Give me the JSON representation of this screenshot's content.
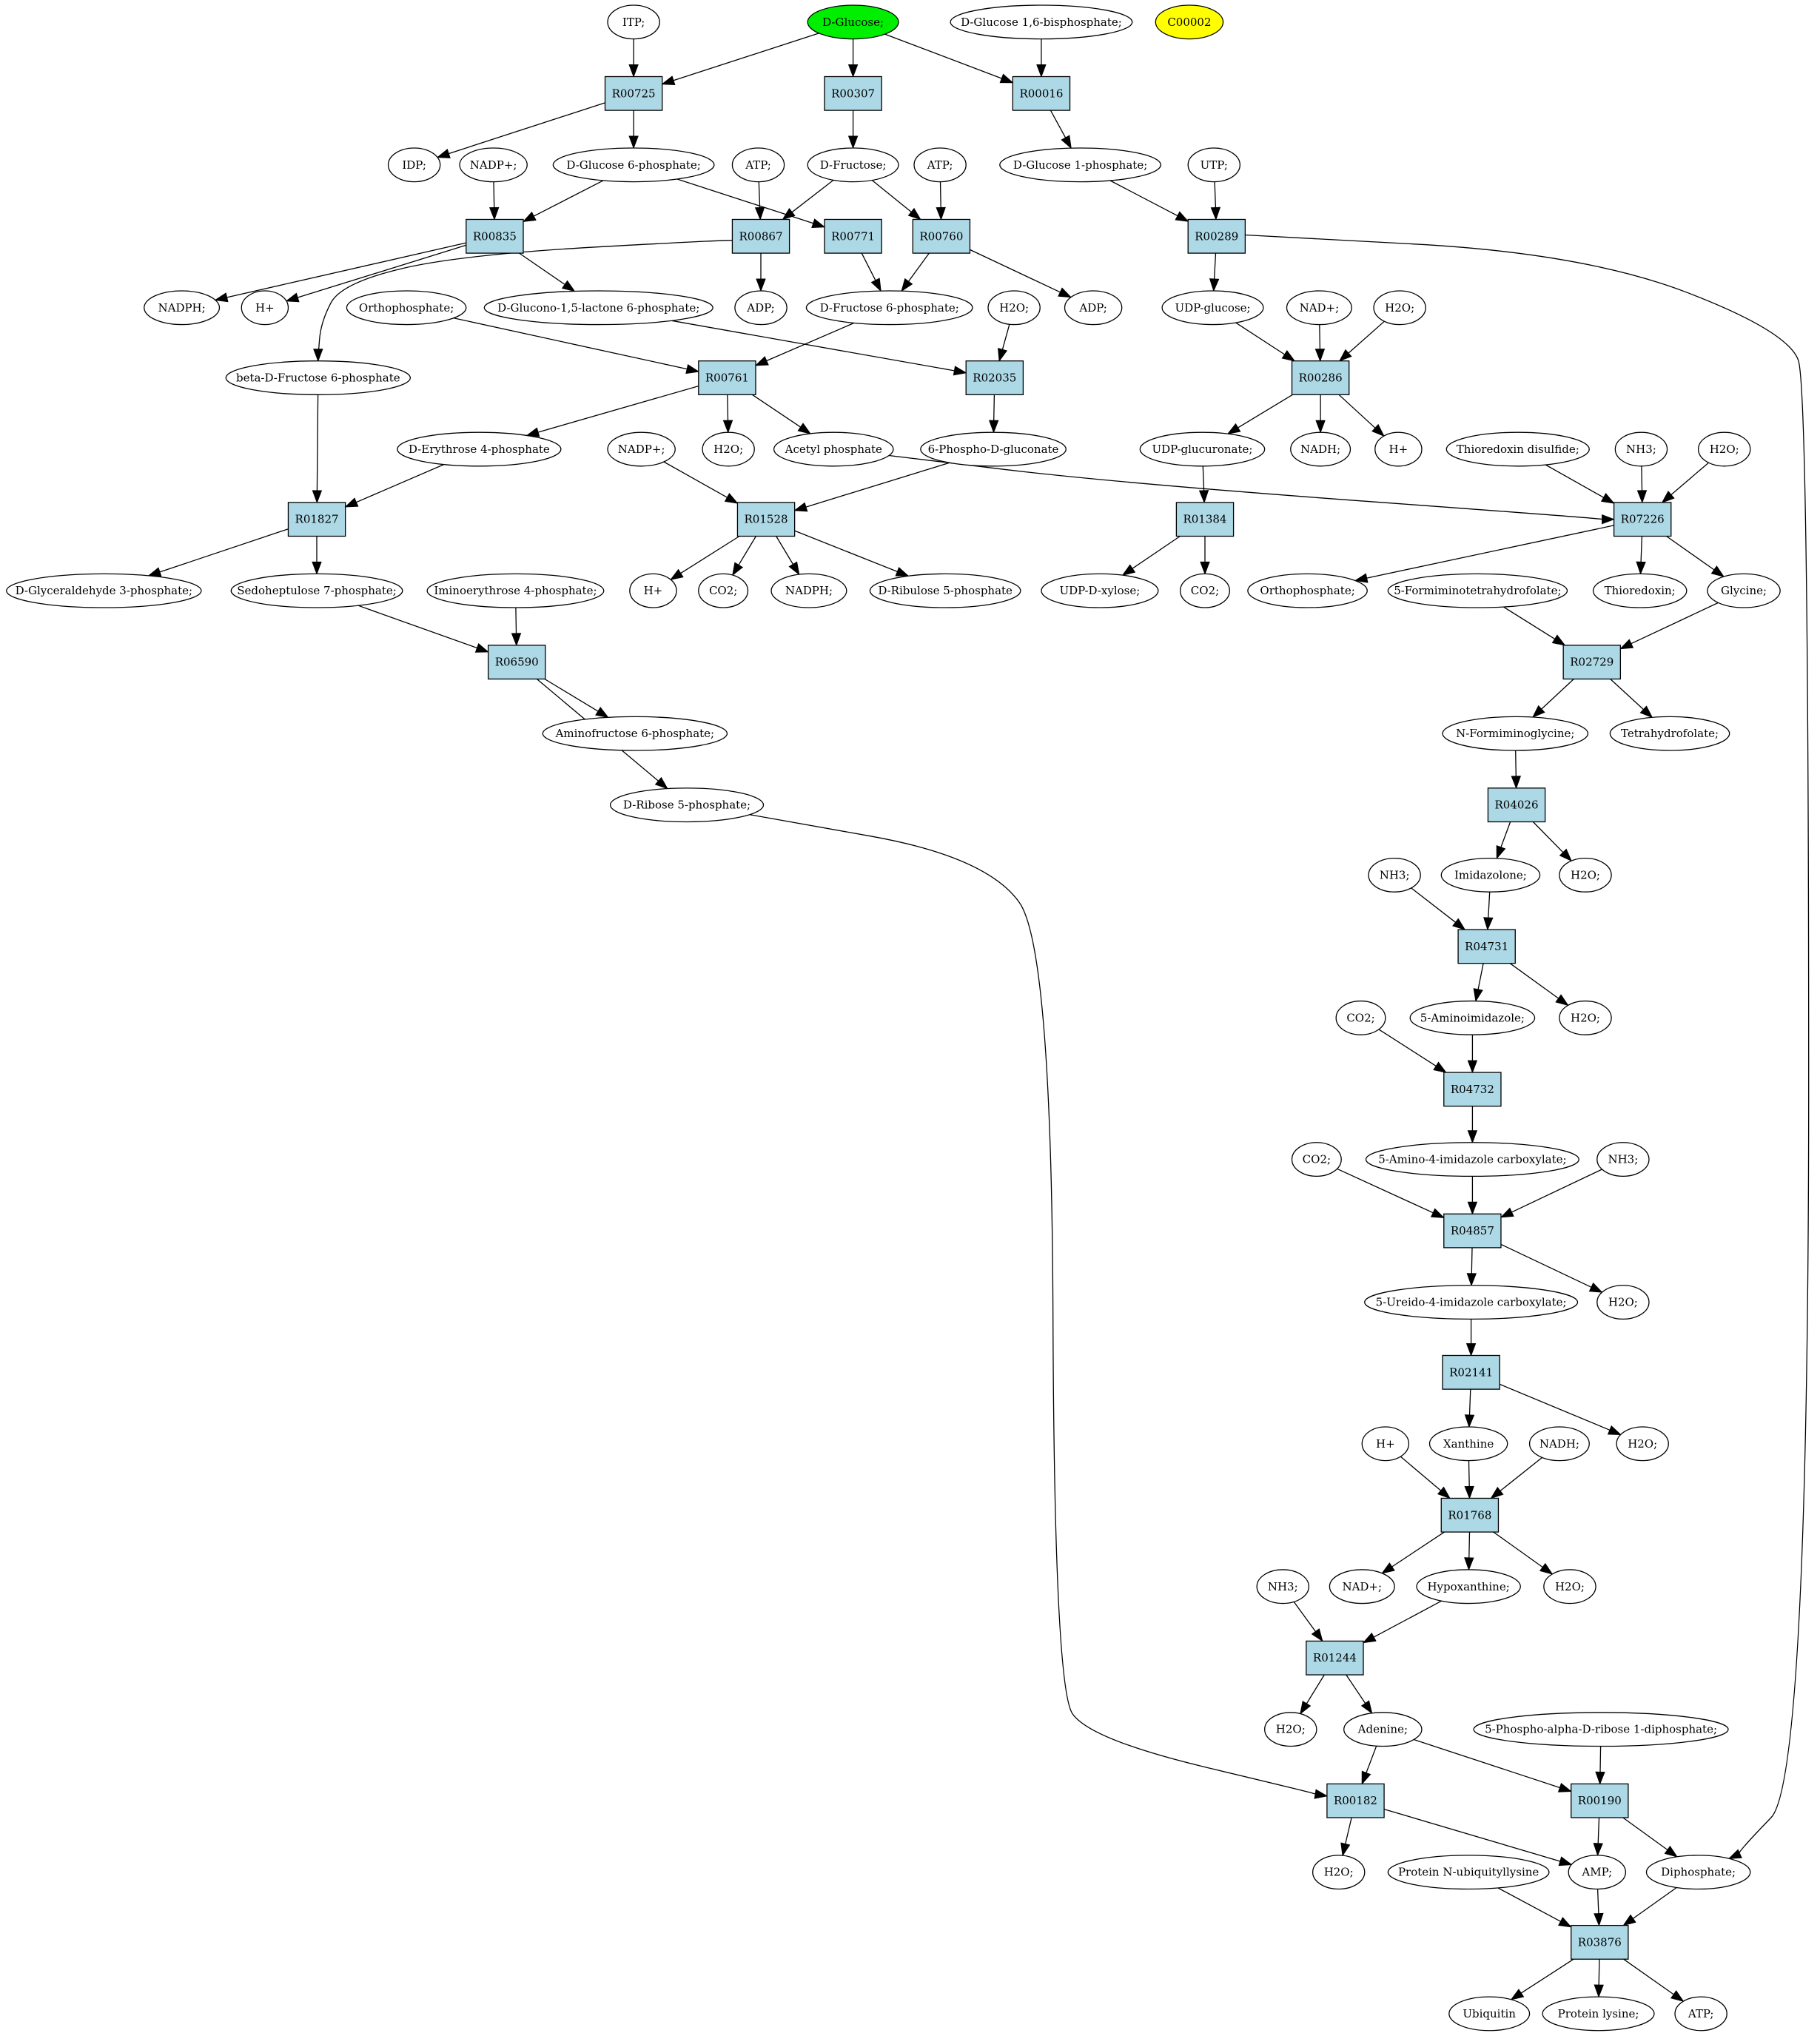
{
  "colors": {
    "reaction_fill": "#add8e6",
    "compound_fill": "#ffffff",
    "start_compound_fill": "#00ee00",
    "target_compound_fill": "#ffff00",
    "stroke": "#000000"
  },
  "nodes": {
    "itp": {
      "label": "ITP;",
      "kind": "compound"
    },
    "d_glucose": {
      "label": "D-Glucose;",
      "kind": "start"
    },
    "d_glucose_16bp": {
      "label": "D-Glucose 1,6-bisphosphate;",
      "kind": "compound"
    },
    "c00002": {
      "label": "C00002",
      "kind": "target"
    },
    "R00725": {
      "label": "R00725",
      "kind": "reaction"
    },
    "R00307": {
      "label": "R00307",
      "kind": "reaction"
    },
    "R00016": {
      "label": "R00016",
      "kind": "reaction"
    },
    "idp": {
      "label": "IDP;",
      "kind": "compound"
    },
    "nadp_1": {
      "label": "NADP+;",
      "kind": "compound"
    },
    "g6p": {
      "label": "D-Glucose 6-phosphate;",
      "kind": "compound"
    },
    "atp_1": {
      "label": "ATP;",
      "kind": "compound"
    },
    "d_fructose": {
      "label": "D-Fructose;",
      "kind": "compound"
    },
    "atp_2": {
      "label": "ATP;",
      "kind": "compound"
    },
    "g1p": {
      "label": "D-Glucose 1-phosphate;",
      "kind": "compound"
    },
    "utp": {
      "label": "UTP;",
      "kind": "compound"
    },
    "R00835": {
      "label": "R00835",
      "kind": "reaction"
    },
    "R00867": {
      "label": "R00867",
      "kind": "reaction"
    },
    "R00771": {
      "label": "R00771",
      "kind": "reaction"
    },
    "R00760": {
      "label": "R00760",
      "kind": "reaction"
    },
    "R00289": {
      "label": "R00289",
      "kind": "reaction"
    },
    "nadph_1": {
      "label": "NADPH;",
      "kind": "compound"
    },
    "hplus_1": {
      "label": "H+",
      "kind": "compound"
    },
    "orthophosphate_1": {
      "label": "Orthophosphate;",
      "kind": "compound"
    },
    "glucono_lactone": {
      "label": "D-Glucono-1,5-lactone 6-phosphate;",
      "kind": "compound"
    },
    "adp_1": {
      "label": "ADP;",
      "kind": "compound"
    },
    "f6p": {
      "label": "D-Fructose 6-phosphate;",
      "kind": "compound"
    },
    "h2o_1": {
      "label": "H2O;",
      "kind": "compound"
    },
    "adp_2": {
      "label": "ADP;",
      "kind": "compound"
    },
    "udp_glucose": {
      "label": "UDP-glucose;",
      "kind": "compound"
    },
    "nad_1": {
      "label": "NAD+;",
      "kind": "compound"
    },
    "h2o_2": {
      "label": "H2O;",
      "kind": "compound"
    },
    "beta_f6p": {
      "label": "beta-D-Fructose 6-phosphate",
      "kind": "compound"
    },
    "R00761": {
      "label": "R00761",
      "kind": "reaction"
    },
    "R02035": {
      "label": "R02035",
      "kind": "reaction"
    },
    "R00286": {
      "label": "R00286",
      "kind": "reaction"
    },
    "erythrose4p": {
      "label": "D-Erythrose 4-phosphate",
      "kind": "compound"
    },
    "nadp_2": {
      "label": "NADP+;",
      "kind": "compound"
    },
    "h2o_3": {
      "label": "H2O;",
      "kind": "compound"
    },
    "acetyl_phosphate": {
      "label": "Acetyl phosphate",
      "kind": "compound"
    },
    "phosphogluconate": {
      "label": "6-Phospho-D-gluconate",
      "kind": "compound"
    },
    "udp_glucuronate": {
      "label": "UDP-glucuronate;",
      "kind": "compound"
    },
    "nadh_1": {
      "label": "NADH;",
      "kind": "compound"
    },
    "hplus_2": {
      "label": "H+",
      "kind": "compound"
    },
    "thioredoxin_disulfide": {
      "label": "Thioredoxin disulfide;",
      "kind": "compound"
    },
    "nh3_1": {
      "label": "NH3;",
      "kind": "compound"
    },
    "h2o_4": {
      "label": "H2O;",
      "kind": "compound"
    },
    "R01827": {
      "label": "R01827",
      "kind": "reaction"
    },
    "R01528": {
      "label": "R01528",
      "kind": "reaction"
    },
    "R01384": {
      "label": "R01384",
      "kind": "reaction"
    },
    "R07226": {
      "label": "R07226",
      "kind": "reaction"
    },
    "glyceraldehyde3p": {
      "label": "D-Glyceraldehyde 3-phosphate;",
      "kind": "compound"
    },
    "sedoheptulose7p": {
      "label": "Sedoheptulose 7-phosphate;",
      "kind": "compound"
    },
    "iminoerythrose4p": {
      "label": "Iminoerythrose 4-phosphate;",
      "kind": "compound"
    },
    "hplus_3": {
      "label": "H+",
      "kind": "compound"
    },
    "co2_1": {
      "label": "CO2;",
      "kind": "compound"
    },
    "nadph_2": {
      "label": "NADPH;",
      "kind": "compound"
    },
    "ribulose5p": {
      "label": "D-Ribulose 5-phosphate",
      "kind": "compound"
    },
    "udp_xylose": {
      "label": "UDP-D-xylose;",
      "kind": "compound"
    },
    "co2_2": {
      "label": "CO2;",
      "kind": "compound"
    },
    "orthophosphate_2": {
      "label": "Orthophosphate;",
      "kind": "compound"
    },
    "formiminothf": {
      "label": "5-Formiminotetrahydrofolate;",
      "kind": "compound"
    },
    "thioredoxin": {
      "label": "Thioredoxin;",
      "kind": "compound"
    },
    "glycine": {
      "label": "Glycine;",
      "kind": "compound"
    },
    "R06590": {
      "label": "R06590",
      "kind": "reaction"
    },
    "R02729": {
      "label": "R02729",
      "kind": "reaction"
    },
    "aminofructose6p": {
      "label": "Aminofructose 6-phosphate;",
      "kind": "compound"
    },
    "n_formiminoglycine": {
      "label": "N-Formiminoglycine;",
      "kind": "compound"
    },
    "tetrahydrofolate": {
      "label": "Tetrahydrofolate;",
      "kind": "compound"
    },
    "ribose5p": {
      "label": "D-Ribose 5-phosphate;",
      "kind": "compound"
    },
    "R04026": {
      "label": "R04026",
      "kind": "reaction"
    },
    "nh3_2": {
      "label": "NH3;",
      "kind": "compound"
    },
    "imidazolone": {
      "label": "Imidazolone;",
      "kind": "compound"
    },
    "h2o_5": {
      "label": "H2O;",
      "kind": "compound"
    },
    "R04731": {
      "label": "R04731",
      "kind": "reaction"
    },
    "co2_3": {
      "label": "CO2;",
      "kind": "compound"
    },
    "aminoimidazole": {
      "label": "5-Aminoimidazole;",
      "kind": "compound"
    },
    "h2o_6": {
      "label": "H2O;",
      "kind": "compound"
    },
    "R04732": {
      "label": "R04732",
      "kind": "reaction"
    },
    "co2_4": {
      "label": "CO2;",
      "kind": "compound"
    },
    "amino_imidazole_carboxylate": {
      "label": "5-Amino-4-imidazole carboxylate;",
      "kind": "compound"
    },
    "nh3_3": {
      "label": "NH3;",
      "kind": "compound"
    },
    "R04857": {
      "label": "R04857",
      "kind": "reaction"
    },
    "ureido_imidazole_carboxylate": {
      "label": "5-Ureido-4-imidazole carboxylate;",
      "kind": "compound"
    },
    "h2o_7": {
      "label": "H2O;",
      "kind": "compound"
    },
    "R02141": {
      "label": "R02141",
      "kind": "reaction"
    },
    "hplus_4": {
      "label": "H+",
      "kind": "compound"
    },
    "xanthine": {
      "label": "Xanthine",
      "kind": "compound"
    },
    "nadh_2": {
      "label": "NADH;",
      "kind": "compound"
    },
    "h2o_8": {
      "label": "H2O;",
      "kind": "compound"
    },
    "R01768": {
      "label": "R01768",
      "kind": "reaction"
    },
    "nh3_4": {
      "label": "NH3;",
      "kind": "compound"
    },
    "nad_2": {
      "label": "NAD+;",
      "kind": "compound"
    },
    "hypoxanthine": {
      "label": "Hypoxanthine;",
      "kind": "compound"
    },
    "h2o_9": {
      "label": "H2O;",
      "kind": "compound"
    },
    "R01244": {
      "label": "R01244",
      "kind": "reaction"
    },
    "h2o_10": {
      "label": "H2O;",
      "kind": "compound"
    },
    "adenine": {
      "label": "Adenine;",
      "kind": "compound"
    },
    "prpp": {
      "label": "5-Phospho-alpha-D-ribose 1-diphosphate;",
      "kind": "compound"
    },
    "R00182": {
      "label": "R00182",
      "kind": "reaction"
    },
    "R00190": {
      "label": "R00190",
      "kind": "reaction"
    },
    "h2o_11": {
      "label": "H2O;",
      "kind": "compound"
    },
    "protein_n_ubiquityllysine": {
      "label": "Protein N-ubiquityllysine",
      "kind": "compound"
    },
    "amp": {
      "label": "AMP;",
      "kind": "compound"
    },
    "diphosphate": {
      "label": "Diphosphate;",
      "kind": "compound"
    },
    "R03876": {
      "label": "R03876",
      "kind": "reaction"
    },
    "ubiquitin": {
      "label": "Ubiquitin",
      "kind": "compound"
    },
    "protein_lysine": {
      "label": "Protein lysine;",
      "kind": "compound"
    },
    "atp_3": {
      "label": "ATP;",
      "kind": "compound"
    }
  },
  "edges": [
    [
      "itp",
      "R00725"
    ],
    [
      "d_glucose",
      "R00725"
    ],
    [
      "d_glucose",
      "R00307"
    ],
    [
      "d_glucose",
      "R00016"
    ],
    [
      "d_glucose_16bp",
      "R00016"
    ],
    [
      "R00725",
      "idp"
    ],
    [
      "R00725",
      "g6p"
    ],
    [
      "R00307",
      "d_fructose"
    ],
    [
      "R00016",
      "g1p"
    ],
    [
      "nadp_1",
      "R00835"
    ],
    [
      "g6p",
      "R00835"
    ],
    [
      "g6p",
      "R00771"
    ],
    [
      "atp_1",
      "R00867"
    ],
    [
      "d_fructose",
      "R00867"
    ],
    [
      "d_fructose",
      "R00760"
    ],
    [
      "atp_2",
      "R00760"
    ],
    [
      "g1p",
      "R00289"
    ],
    [
      "utp",
      "R00289"
    ],
    [
      "R00835",
      "nadph_1"
    ],
    [
      "R00835",
      "hplus_1"
    ],
    [
      "R00835",
      "glucono_lactone"
    ],
    [
      "R00867",
      "adp_1"
    ],
    [
      "R00867",
      "beta_f6p"
    ],
    [
      "R00771",
      "f6p"
    ],
    [
      "R00760",
      "f6p"
    ],
    [
      "R00760",
      "adp_2"
    ],
    [
      "R00289",
      "udp_glucose"
    ],
    [
      "R00289",
      "diphosphate"
    ],
    [
      "orthophosphate_1",
      "R00761"
    ],
    [
      "f6p",
      "R00761"
    ],
    [
      "glucono_lactone",
      "R02035"
    ],
    [
      "h2o_1",
      "R02035"
    ],
    [
      "udp_glucose",
      "R00286"
    ],
    [
      "nad_1",
      "R00286"
    ],
    [
      "h2o_2",
      "R00286"
    ],
    [
      "R00761",
      "erythrose4p"
    ],
    [
      "R00761",
      "h2o_3"
    ],
    [
      "R00761",
      "acetyl_phosphate"
    ],
    [
      "R02035",
      "phosphogluconate"
    ],
    [
      "R00286",
      "udp_glucuronate"
    ],
    [
      "R00286",
      "nadh_1"
    ],
    [
      "R00286",
      "hplus_2"
    ],
    [
      "beta_f6p",
      "R01827"
    ],
    [
      "erythrose4p",
      "R01827"
    ],
    [
      "nadp_2",
      "R01528"
    ],
    [
      "phosphogluconate",
      "R01528"
    ],
    [
      "udp_glucuronate",
      "R01384"
    ],
    [
      "acetyl_phosphate",
      "R07226"
    ],
    [
      "thioredoxin_disulfide",
      "R07226"
    ],
    [
      "nh3_1",
      "R07226"
    ],
    [
      "h2o_4",
      "R07226"
    ],
    [
      "R01827",
      "glyceraldehyde3p"
    ],
    [
      "R01827",
      "sedoheptulose7p"
    ],
    [
      "R01528",
      "hplus_3"
    ],
    [
      "R01528",
      "co2_1"
    ],
    [
      "R01528",
      "nadph_2"
    ],
    [
      "R01528",
      "ribulose5p"
    ],
    [
      "R01384",
      "udp_xylose"
    ],
    [
      "R01384",
      "co2_2"
    ],
    [
      "R07226",
      "orthophosphate_2"
    ],
    [
      "R07226",
      "thioredoxin"
    ],
    [
      "R07226",
      "glycine"
    ],
    [
      "sedoheptulose7p",
      "R06590"
    ],
    [
      "iminoerythrose4p",
      "R06590"
    ],
    [
      "formiminothf",
      "R02729"
    ],
    [
      "glycine",
      "R02729"
    ],
    [
      "R06590",
      "aminofructose6p"
    ],
    [
      "R06590",
      "ribose5p"
    ],
    [
      "R02729",
      "n_formiminoglycine"
    ],
    [
      "R02729",
      "tetrahydrofolate"
    ],
    [
      "n_formiminoglycine",
      "R04026"
    ],
    [
      "R04026",
      "imidazolone"
    ],
    [
      "R04026",
      "h2o_5"
    ],
    [
      "nh3_2",
      "R04731"
    ],
    [
      "imidazolone",
      "R04731"
    ],
    [
      "R04731",
      "aminoimidazole"
    ],
    [
      "R04731",
      "h2o_6"
    ],
    [
      "co2_3",
      "R04732"
    ],
    [
      "aminoimidazole",
      "R04732"
    ],
    [
      "R04732",
      "amino_imidazole_carboxylate"
    ],
    [
      "co2_4",
      "R04857"
    ],
    [
      "amino_imidazole_carboxylate",
      "R04857"
    ],
    [
      "nh3_3",
      "R04857"
    ],
    [
      "R04857",
      "ureido_imidazole_carboxylate"
    ],
    [
      "R04857",
      "h2o_7"
    ],
    [
      "ureido_imidazole_carboxylate",
      "R02141"
    ],
    [
      "R02141",
      "xanthine"
    ],
    [
      "R02141",
      "h2o_8"
    ],
    [
      "hplus_4",
      "R01768"
    ],
    [
      "xanthine",
      "R01768"
    ],
    [
      "nadh_2",
      "R01768"
    ],
    [
      "R01768",
      "nad_2"
    ],
    [
      "R01768",
      "hypoxanthine"
    ],
    [
      "R01768",
      "h2o_9"
    ],
    [
      "nh3_4",
      "R01244"
    ],
    [
      "hypoxanthine",
      "R01244"
    ],
    [
      "R01244",
      "h2o_10"
    ],
    [
      "R01244",
      "adenine"
    ],
    [
      "ribose5p",
      "R00182"
    ],
    [
      "adenine",
      "R00182"
    ],
    [
      "adenine",
      "R00190"
    ],
    [
      "prpp",
      "R00190"
    ],
    [
      "R00182",
      "h2o_11"
    ],
    [
      "R00182",
      "amp"
    ],
    [
      "R00190",
      "amp"
    ],
    [
      "R00190",
      "diphosphate"
    ],
    [
      "protein_n_ubiquityllysine",
      "R03876"
    ],
    [
      "amp",
      "R03876"
    ],
    [
      "diphosphate",
      "R03876"
    ],
    [
      "R03876",
      "ubiquitin"
    ],
    [
      "R03876",
      "protein_lysine"
    ],
    [
      "R03876",
      "atp_3"
    ]
  ]
}
